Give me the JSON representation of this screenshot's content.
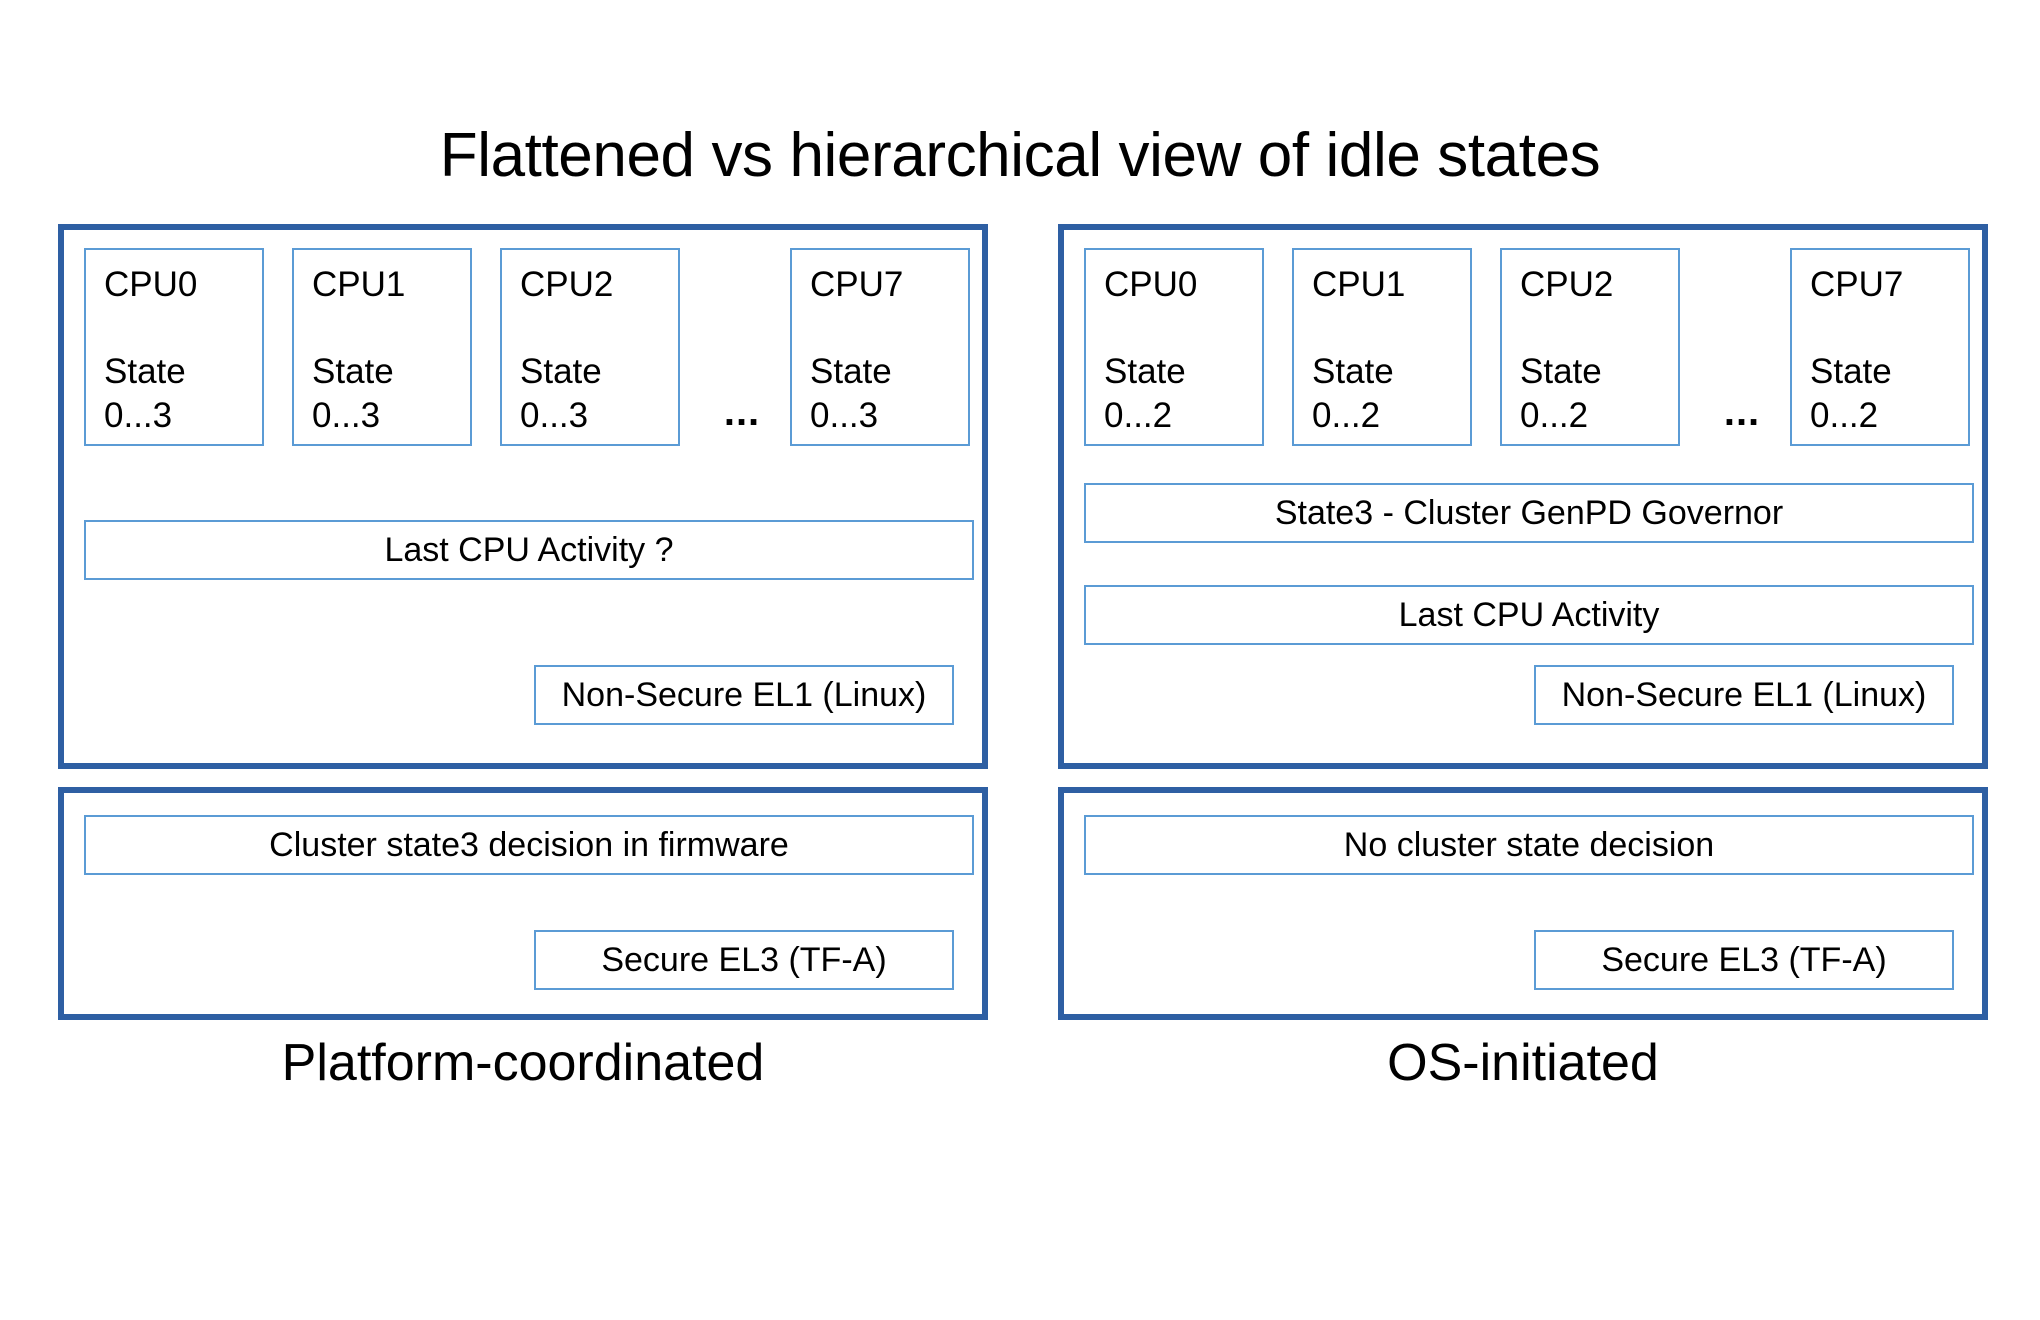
{
  "title": "Flattened vs hierarchical view of idle states",
  "colors": {
    "panel_border": "#2E5FA3",
    "box_border": "#5B9BD5",
    "background": "#FFFFFF",
    "text": "#000000"
  },
  "columns": [
    {
      "id": "platform-coordinated",
      "caption": "Platform-coordinated",
      "os_panel": {
        "cpus": [
          {
            "name": "CPU0",
            "state_label": "State",
            "state_range": "0...3"
          },
          {
            "name": "CPU1",
            "state_label": "State",
            "state_range": "0...3"
          },
          {
            "name": "CPU2",
            "state_label": "State",
            "state_range": "0...3"
          },
          {
            "name": "CPU7",
            "state_label": "State",
            "state_range": "0...3"
          }
        ],
        "ellipsis": "...",
        "cluster_bar": "",
        "last_activity": "Last CPU Activity ?",
        "exception_level": "Non-Secure EL1 (Linux)"
      },
      "fw_panel": {
        "decision": "Cluster state3 decision in firmware",
        "exception_level": "Secure EL3 (TF-A)"
      }
    },
    {
      "id": "os-initiated",
      "caption": "OS-initiated",
      "os_panel": {
        "cpus": [
          {
            "name": "CPU0",
            "state_label": "State",
            "state_range": "0...2"
          },
          {
            "name": "CPU1",
            "state_label": "State",
            "state_range": "0...2"
          },
          {
            "name": "CPU2",
            "state_label": "State",
            "state_range": "0...2"
          },
          {
            "name": "CPU7",
            "state_label": "State",
            "state_range": "0...2"
          }
        ],
        "ellipsis": "...",
        "cluster_bar": "State3 - Cluster GenPD Governor",
        "last_activity": "Last CPU Activity",
        "exception_level": "Non-Secure EL1 (Linux)"
      },
      "fw_panel": {
        "decision": "No cluster state decision",
        "exception_level": "Secure EL3 (TF-A)"
      }
    }
  ]
}
